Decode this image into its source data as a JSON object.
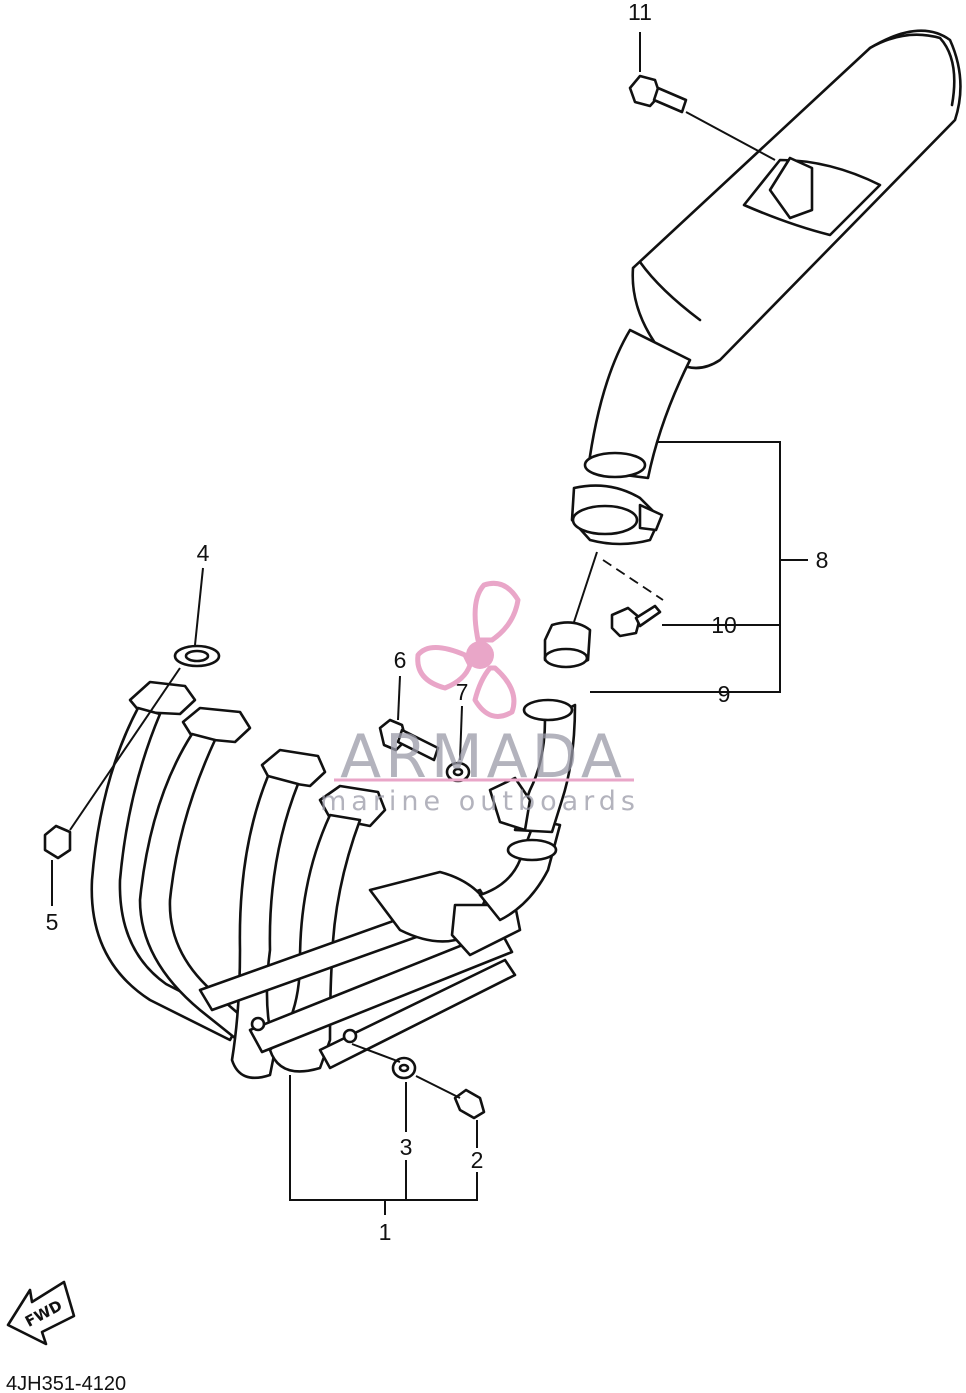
{
  "diagram_code": "4JH351-4120",
  "watermark": {
    "title": "ARMADA",
    "subtitle": "marine outboards",
    "accent_color": "#e9a6c8",
    "text_color": "#9a9aa8"
  },
  "fwd_label": "FWD",
  "callouts": [
    "1",
    "2",
    "3",
    "4",
    "5",
    "6",
    "7",
    "8",
    "9",
    "10",
    "11"
  ]
}
